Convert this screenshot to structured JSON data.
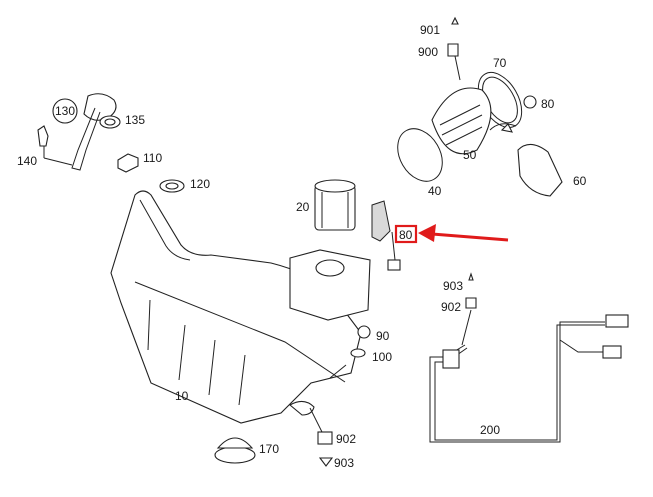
{
  "labels": {
    "p10": "10",
    "p20": "20",
    "p40": "40",
    "p50": "50",
    "p60": "60",
    "p70": "70",
    "p80": "80",
    "p80_highlight": "80",
    "p90": "90",
    "p100": "100",
    "p110": "110",
    "p120": "120",
    "p130": "130",
    "p135": "135",
    "p140": "140",
    "p170": "170",
    "p200": "200",
    "p900": "900",
    "p901": "901",
    "p902_a": "902",
    "p903_a": "903",
    "p902_b": "902",
    "p903_b": "903"
  },
  "colors": {
    "highlight": "#e01b1b",
    "line": "#222222"
  }
}
